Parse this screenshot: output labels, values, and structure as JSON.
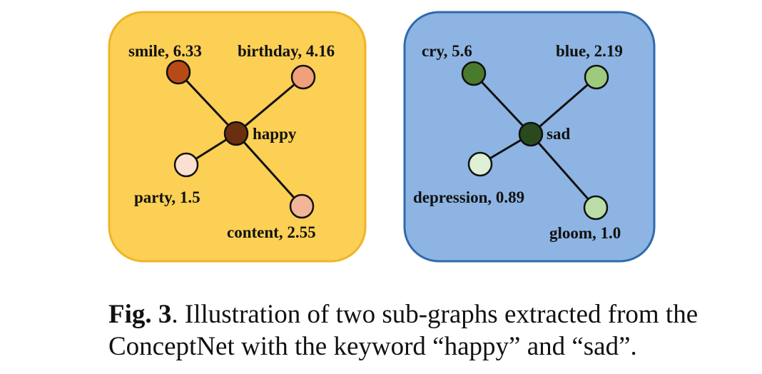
{
  "graphs": [
    {
      "id": "happy",
      "panel_fill": "#FCCF55",
      "panel_stroke": "#F0B429",
      "center": {
        "label": "happy",
        "color": "#6B2F0F"
      },
      "neighbors": [
        {
          "label": "smile, 6.33",
          "color": "#B84A18"
        },
        {
          "label": "birthday, 4.16",
          "color": "#F0A07A"
        },
        {
          "label": "party, 1.5",
          "color": "#FBE0D2"
        },
        {
          "label": "content, 2.55",
          "color": "#F2B598"
        }
      ]
    },
    {
      "id": "sad",
      "panel_fill": "#8DB4E2",
      "panel_stroke": "#2F6AAE",
      "center": {
        "label": "sad",
        "color": "#2A4A1E"
      },
      "neighbors": [
        {
          "label": "cry, 5.6",
          "color": "#4A7A2E"
        },
        {
          "label": "blue, 2.19",
          "color": "#9CCB7E"
        },
        {
          "label": "depression, 0.89",
          "color": "#DDEFD4"
        },
        {
          "label": "gloom, 1.0",
          "color": "#BADDA8"
        }
      ]
    }
  ],
  "caption": {
    "fig_label": "Fig. 3",
    "text": ". Illustration of two sub-graphs extracted from the ConceptNet with the keyword “happy” and “sad”."
  }
}
